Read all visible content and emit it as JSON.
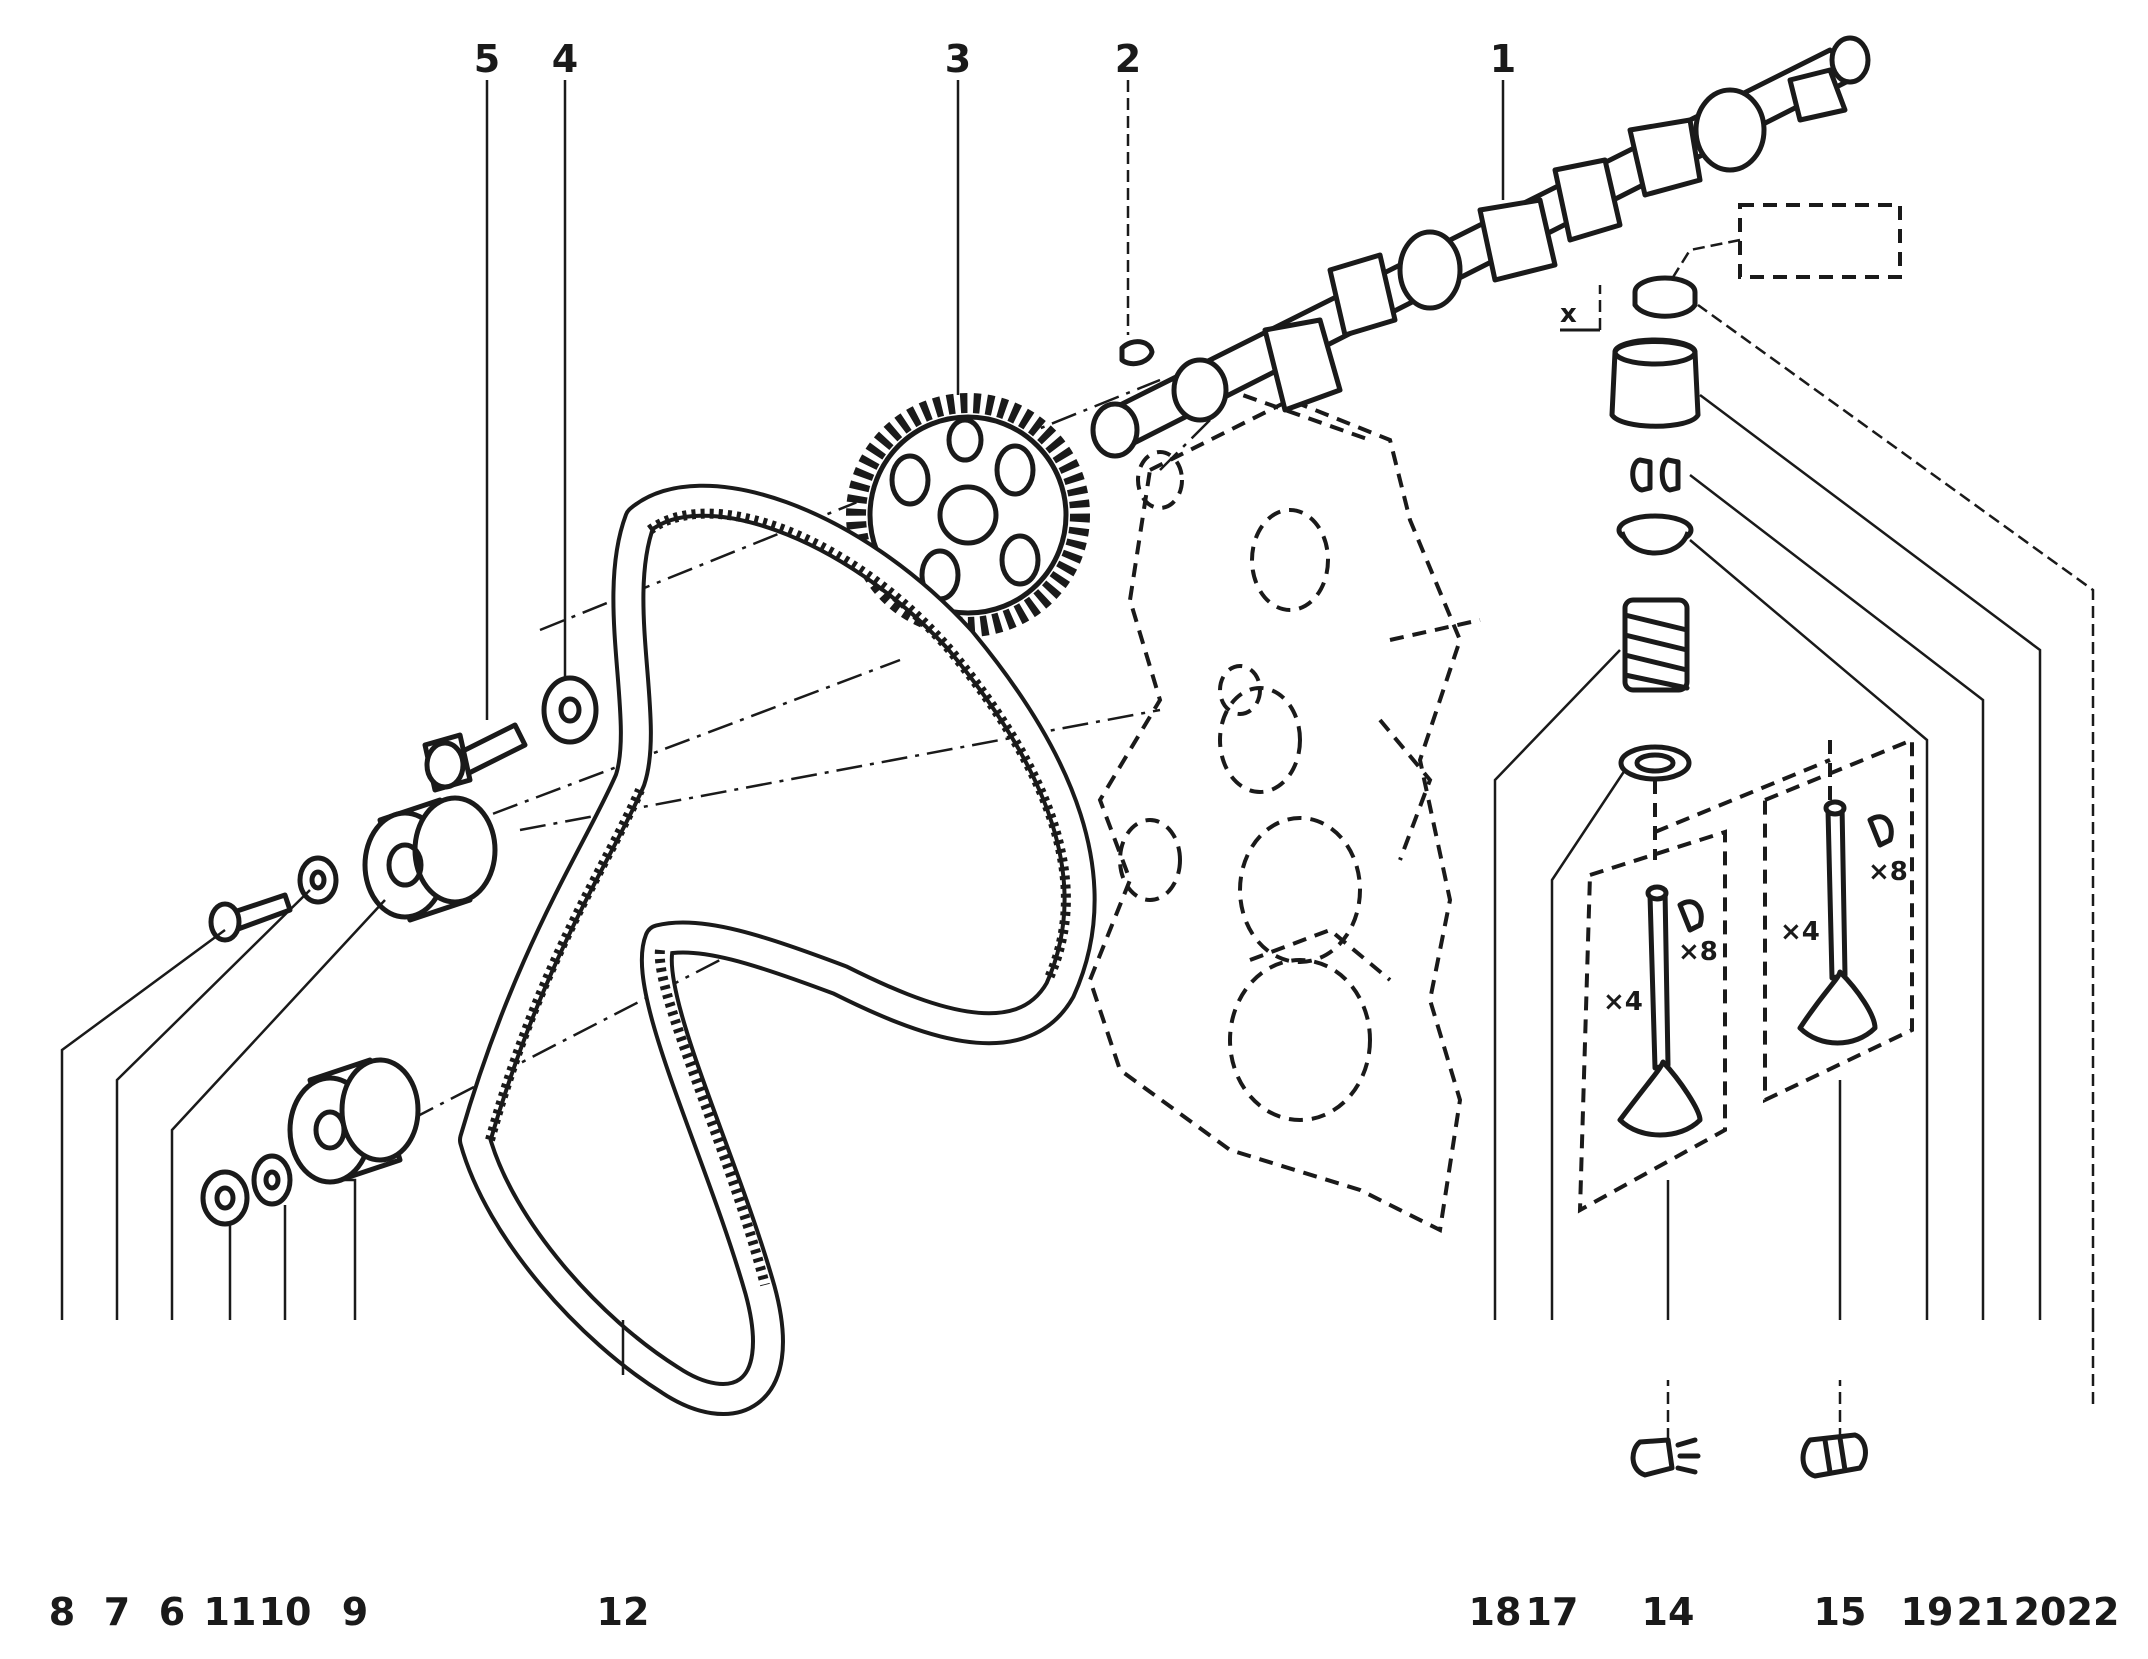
{
  "diagram": {
    "part_numbers_top": [
      "5",
      "4",
      "3",
      "2",
      "1"
    ],
    "part_numbers_bottom": [
      "8",
      "7",
      "6",
      "11",
      "10",
      "9",
      "12",
      "18",
      "17",
      "14",
      "15",
      "19",
      "21",
      "20",
      "22"
    ],
    "marker_x": "x",
    "quantity_labels": {
      "valves_a": "×4",
      "keepers_a": "×8",
      "valves_b": "×4",
      "keepers_b": "×8"
    }
  }
}
